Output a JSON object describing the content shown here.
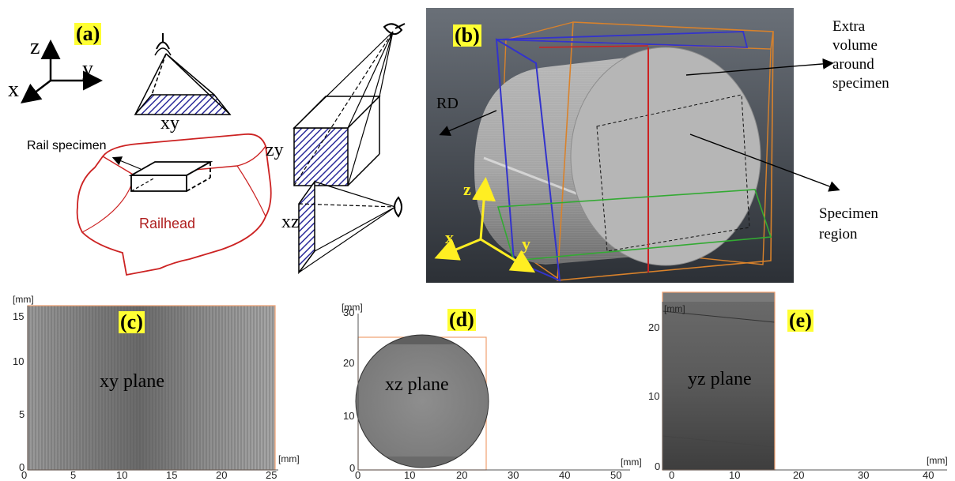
{
  "panels": {
    "a": {
      "label": "(a)",
      "axes": {
        "z": "z",
        "y": "y",
        "x": "x"
      },
      "views": {
        "xy": "xy",
        "zy": "zy",
        "xz": "xz"
      },
      "rail_specimen": "Rail specimen",
      "railhead": "Railhead"
    },
    "b": {
      "label": "(b)",
      "rd": "RD",
      "extra_volume": [
        "Extra",
        "volume",
        "around",
        "specimen"
      ],
      "specimen_region": [
        "Specimen",
        "region"
      ],
      "axes": {
        "z": "z",
        "x": "x",
        "y": "y"
      }
    },
    "c": {
      "label": "(c)",
      "unit": "[mm]",
      "plane": "xy plane",
      "x_ticks": [
        "0",
        "5",
        "10",
        "15",
        "20",
        "25"
      ],
      "y_ticks": [
        "0",
        "5",
        "10",
        "15"
      ]
    },
    "d": {
      "label": "(d)",
      "unit": "[mm]",
      "plane": "xz plane",
      "x_ticks": [
        "0",
        "10",
        "20",
        "30",
        "40",
        "50"
      ],
      "y_ticks": [
        "0",
        "10",
        "20",
        "30"
      ]
    },
    "e": {
      "label": "(e)",
      "unit": "[mm]",
      "plane": "yz plane",
      "x_ticks": [
        "0",
        "10",
        "20",
        "30",
        "40"
      ],
      "y_ticks": [
        "0",
        "10",
        "20"
      ]
    }
  },
  "colors": {
    "highlight": "#ffff33",
    "hatch": "#2b2b9a",
    "rail_outline": "#cc2222",
    "bbox_orange": "#d9822b",
    "bbox_blue": "#3333cc",
    "bbox_red": "#cc2222",
    "bbox_green": "#33aa33",
    "axis_yellow": "#ffee22",
    "plot_frame": "#f0a070"
  }
}
